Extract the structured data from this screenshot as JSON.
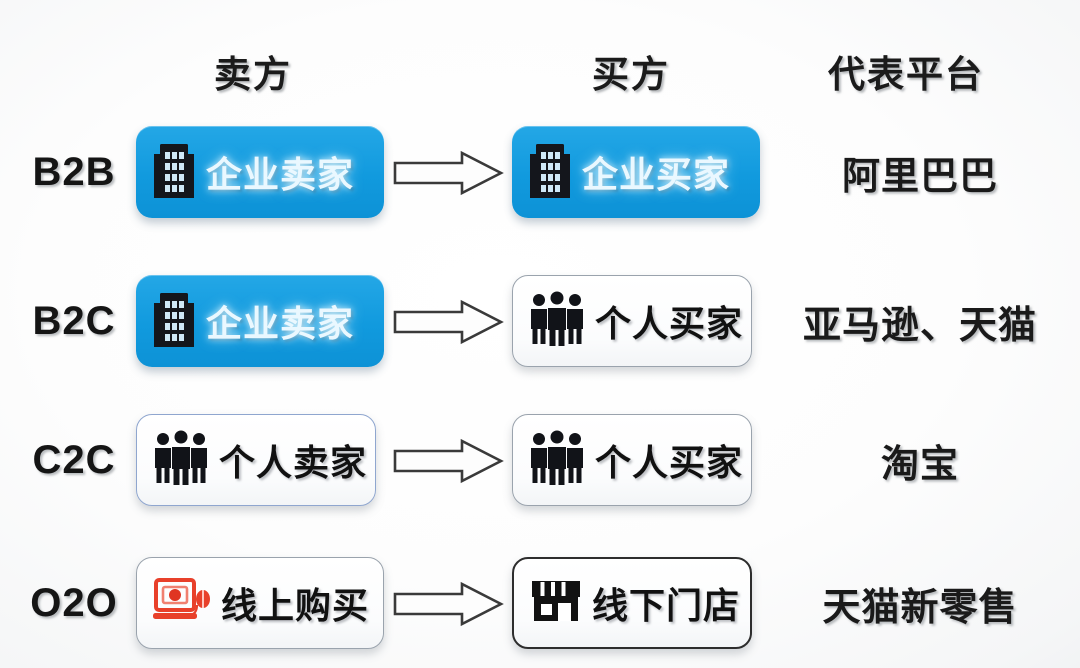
{
  "headers": {
    "seller": "卖方",
    "buyer": "买方",
    "platform": "代表平台"
  },
  "colors": {
    "blue_pill": "#119ade",
    "blue_pill_light": "#24a7e6",
    "text_glow": "#eaf8ff",
    "dark_icon": "#14161c",
    "red_icon": "#e8402a",
    "background": "#ffffff",
    "outline_grey": "#9aa3ad",
    "outline_blue": "#8fa6cf",
    "outline_dark": "#2d2d2d"
  },
  "rows": [
    {
      "label": "B2B",
      "seller": {
        "text": "企业卖家",
        "icon": "office-building-icon",
        "style": "blue"
      },
      "buyer": {
        "text": "企业买家",
        "icon": "office-building-icon",
        "style": "blue"
      },
      "arrow": "right-arrow-icon",
      "platform": "阿里巴巴"
    },
    {
      "label": "B2C",
      "seller": {
        "text": "企业卖家",
        "icon": "office-building-icon",
        "style": "blue"
      },
      "buyer": {
        "text": "个人买家",
        "icon": "people-group-icon",
        "style": "white"
      },
      "arrow": "right-arrow-icon",
      "platform": "亚马逊、天猫"
    },
    {
      "label": "C2C",
      "seller": {
        "text": "个人卖家",
        "icon": "people-group-icon",
        "style": "white-accent"
      },
      "buyer": {
        "text": "个人买家",
        "icon": "people-group-icon",
        "style": "white"
      },
      "arrow": "right-arrow-icon",
      "platform": "淘宝"
    },
    {
      "label": "O2O",
      "seller": {
        "text": "线上购买",
        "icon": "laptop-mouse-icon",
        "style": "white"
      },
      "buyer": {
        "text": "线下门店",
        "icon": "storefront-icon",
        "style": "white-dark"
      },
      "arrow": "right-arrow-icon",
      "platform": "天猫新零售"
    }
  ]
}
